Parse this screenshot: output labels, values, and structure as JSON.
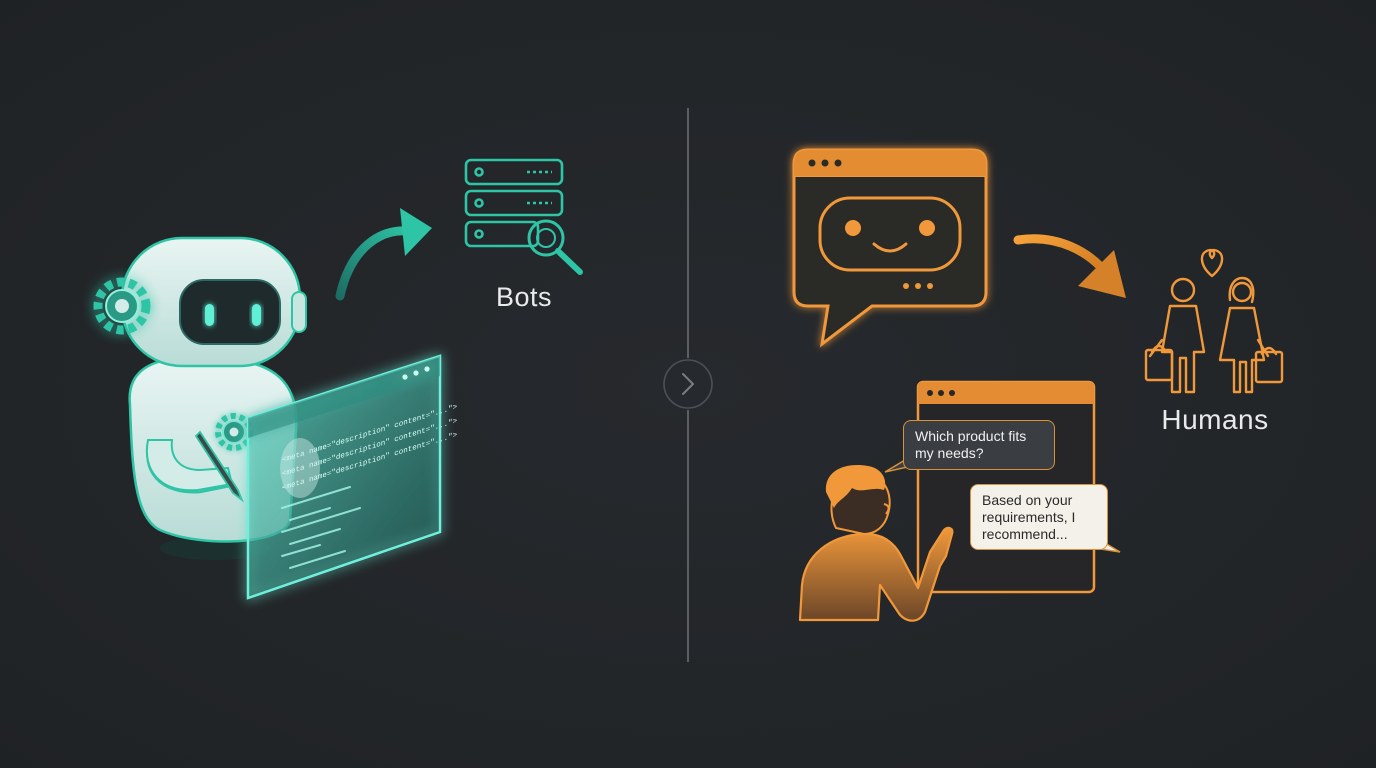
{
  "left_panel": {
    "label": "Bots",
    "code_lines": [
      "<meta name=\"description\" content=\"...\">",
      "<meta name=\"description\" content=\"...\">",
      "<meta name=\"description\" content=\"...\">"
    ],
    "accent_color": "#2ec4a6"
  },
  "right_panel": {
    "label": "Humans",
    "accent_color": "#f0983a",
    "question_bubble": "Which product fits my needs?",
    "answer_bubble": "Based on your requirements, I recommend..."
  },
  "divider": {
    "icon": "chevron-right-icon"
  }
}
